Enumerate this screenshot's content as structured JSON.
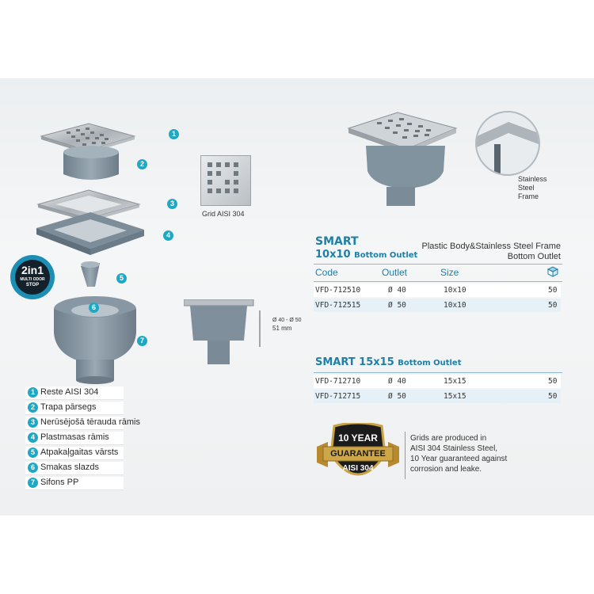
{
  "parts": {
    "callouts": [
      "1",
      "2",
      "3",
      "4",
      "5",
      "6",
      "7"
    ]
  },
  "badge": {
    "line1": "2in1",
    "line2": "MULTI ODOR",
    "line3": "STOP"
  },
  "grid_caption": "Grid AISI 304",
  "frame_caption": [
    "Stainless",
    "Steel",
    "Frame"
  ],
  "side_dims": {
    "diameter": "Ø 40 - Ø 50",
    "height": "51 mm"
  },
  "smart10": {
    "name": "SMART",
    "size": "10x10",
    "outlet_label": "Bottom Outlet",
    "desc1": "Plastic Body&Stainless Steel Frame",
    "desc2": "Bottom Outlet",
    "headers": {
      "code": "Code",
      "outlet": "Outlet",
      "size": "Size"
    },
    "rows": [
      {
        "code": "VFD-712510",
        "outlet": "Ø 40",
        "size": "10x10",
        "qty": "50"
      },
      {
        "code": "VFD-712515",
        "outlet": "Ø 50",
        "size": "10x10",
        "qty": "50"
      }
    ]
  },
  "smart15": {
    "name": "SMART 15x15",
    "outlet_label": "Bottom Outlet",
    "rows": [
      {
        "code": "VFD-712710",
        "outlet": "Ø 40",
        "size": "15x15",
        "qty": "50"
      },
      {
        "code": "VFD-712715",
        "outlet": "Ø 50",
        "size": "15x15",
        "qty": "50"
      }
    ]
  },
  "legend": [
    {
      "num": "1",
      "label": "Reste AISI 304"
    },
    {
      "num": "2",
      "label": "Trapa pārsegs"
    },
    {
      "num": "3",
      "label": "Nerūsējošā tērauda rāmis"
    },
    {
      "num": "4",
      "label": "Plastmasas rāmis"
    },
    {
      "num": "5",
      "label": "Atpakaļgaitas vārsts"
    },
    {
      "num": "6",
      "label": "Smakas slazds"
    },
    {
      "num": "7",
      "label": "Sifons PP"
    }
  ],
  "guarantee": {
    "top": "10 YEAR",
    "middle": "GUARANTEE",
    "bottom": "AISI 304"
  },
  "guarantee_text": [
    "Grids are produced in",
    "AISI 304 Stainless Steel,",
    "10 Year guaranteed against",
    "corrosion and leake."
  ],
  "colors": {
    "accent": "#1fa8c4",
    "title": "#1f7fa6",
    "plastic": "#8a9aa6",
    "steel": "#c9ced2",
    "gold": "#c9a245"
  }
}
